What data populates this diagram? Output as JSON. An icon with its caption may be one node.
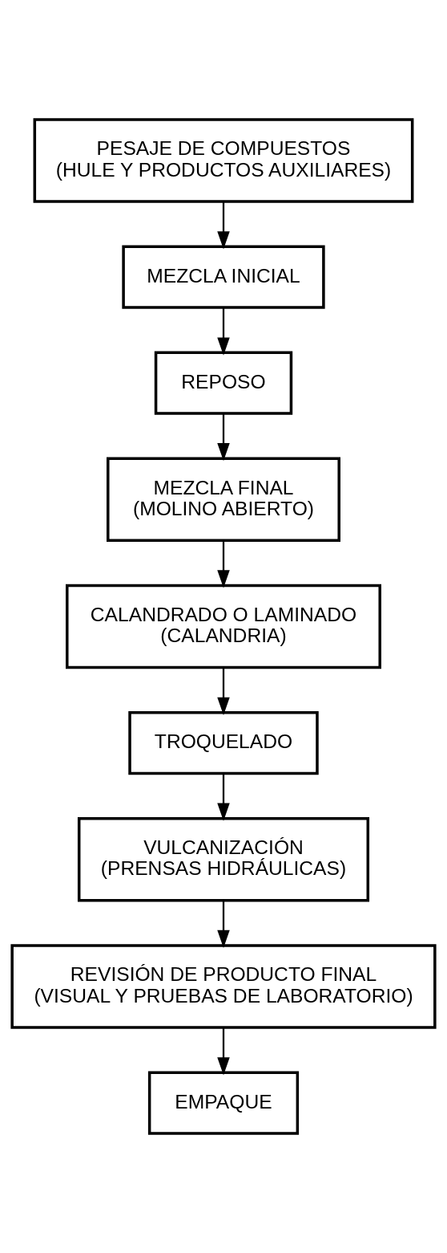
{
  "diagram": {
    "nodes": [
      {
        "text": [
          "PESAJE DE COMPUESTOS (HULE Y PRODUCTOS AUXILIARES)"
        ]
      },
      {
        "text": [
          "MEZCLA INICIAL"
        ]
      },
      {
        "text": [
          "REPOSO"
        ]
      },
      {
        "text": [
          "MEZCLA FINAL (MOLINO ABIERTO)"
        ]
      },
      {
        "text": [
          "CALANDRADO O LAMINADO (CALANDRIA)"
        ]
      },
      {
        "text": [
          "TROQUELADO"
        ]
      },
      {
        "text": [
          "VULCANIZACIÓN (PRENSAS HIDRÁULICAS)"
        ]
      },
      {
        "text": [
          "REVISIÓN DE PRODUCTO FINAL (VISUAL Y PRUEBAS DE LABORATORIO)"
        ]
      },
      {
        "text": [
          "EMPAQUE"
        ]
      }
    ],
    "edges": [
      {
        "from": 0,
        "to": 1,
        "arrow": "to"
      },
      {
        "from": 1,
        "to": 2,
        "arrow": "to"
      },
      {
        "from": 2,
        "to": 3,
        "arrow": "to"
      },
      {
        "from": 3,
        "to": 4,
        "arrow": "to"
      },
      {
        "from": 4,
        "to": 5,
        "arrow": "to"
      },
      {
        "from": 5,
        "to": 6,
        "arrow": "to"
      },
      {
        "from": 6,
        "to": 7,
        "arrow": "to"
      },
      {
        "from": 7,
        "to": 8,
        "arrow": "to"
      }
    ]
  }
}
